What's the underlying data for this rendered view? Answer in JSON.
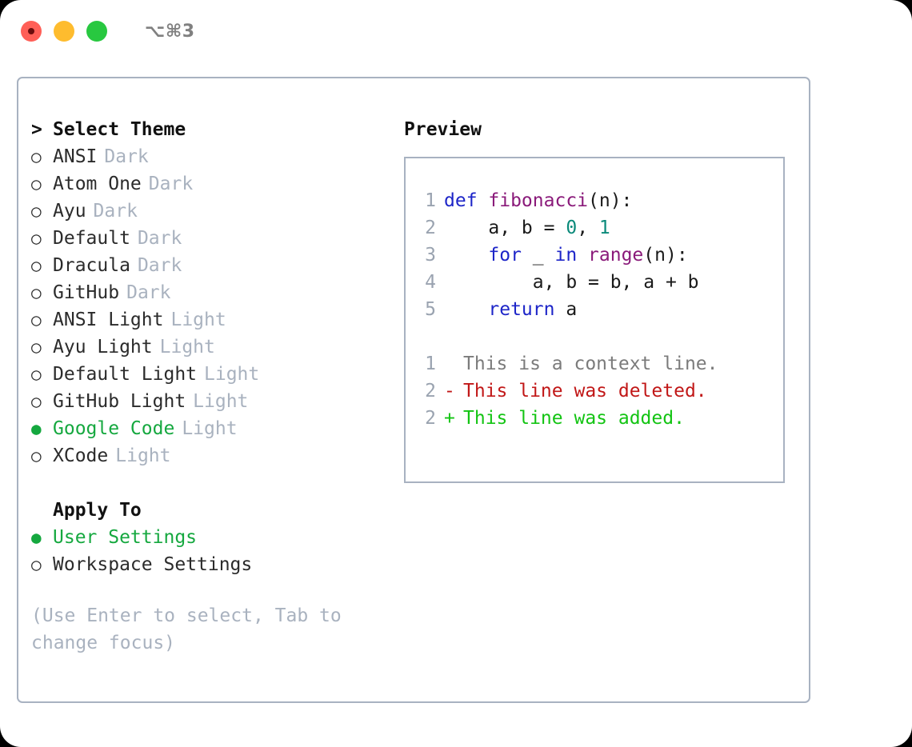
{
  "titlebar": {
    "shortcut": "⌥⌘3",
    "buttons": {
      "close": "close",
      "minimize": "minimize",
      "maximize": "maximize"
    }
  },
  "theme_list": {
    "heading": "Select Theme",
    "caret": ">",
    "marker_off": "○",
    "marker_on": "●",
    "items": [
      {
        "name": "ANSI",
        "suffix": "Dark",
        "selected": false
      },
      {
        "name": "Atom One",
        "suffix": "Dark",
        "selected": false
      },
      {
        "name": "Ayu",
        "suffix": "Dark",
        "selected": false
      },
      {
        "name": "Default",
        "suffix": "Dark",
        "selected": false
      },
      {
        "name": "Dracula",
        "suffix": "Dark",
        "selected": false
      },
      {
        "name": "GitHub",
        "suffix": "Dark",
        "selected": false
      },
      {
        "name": "ANSI Light",
        "suffix": "Light",
        "selected": false
      },
      {
        "name": "Ayu Light",
        "suffix": "Light",
        "selected": false
      },
      {
        "name": "Default Light",
        "suffix": "Light",
        "selected": false
      },
      {
        "name": "GitHub Light",
        "suffix": "Light",
        "selected": false
      },
      {
        "name": "Google Code",
        "suffix": "Light",
        "selected": true
      },
      {
        "name": "XCode",
        "suffix": "Light",
        "selected": false
      }
    ]
  },
  "apply_to": {
    "heading": "Apply To",
    "items": [
      {
        "name": "User Settings",
        "selected": true
      },
      {
        "name": "Workspace Settings",
        "selected": false
      }
    ]
  },
  "hint": "(Use Enter to select, Tab to change focus)",
  "preview": {
    "title": "Preview",
    "code_lines": [
      {
        "lineno": "1",
        "tokens": [
          {
            "text": "def ",
            "type": "kw"
          },
          {
            "text": "fibonacci",
            "type": "fn"
          },
          {
            "text": "(n):",
            "type": "punct"
          }
        ]
      },
      {
        "lineno": "2",
        "tokens": [
          {
            "text": "    a, b = ",
            "type": "plain"
          },
          {
            "text": "0",
            "type": "num"
          },
          {
            "text": ", ",
            "type": "plain"
          },
          {
            "text": "1",
            "type": "num"
          }
        ]
      },
      {
        "lineno": "3",
        "tokens": [
          {
            "text": "    ",
            "type": "plain"
          },
          {
            "text": "for",
            "type": "kw"
          },
          {
            "text": " _ ",
            "type": "plain"
          },
          {
            "text": "in",
            "type": "kw"
          },
          {
            "text": " ",
            "type": "plain"
          },
          {
            "text": "range",
            "type": "fn"
          },
          {
            "text": "(n):",
            "type": "punct"
          }
        ]
      },
      {
        "lineno": "4",
        "tokens": [
          {
            "text": "        a, b = b, a + b",
            "type": "plain"
          }
        ]
      },
      {
        "lineno": "5",
        "tokens": [
          {
            "text": "    ",
            "type": "plain"
          },
          {
            "text": "return",
            "type": "kw"
          },
          {
            "text": " a",
            "type": "plain"
          }
        ]
      }
    ],
    "diff_lines": [
      {
        "lineno": "1",
        "sign": " ",
        "text": "This is a context line.",
        "type": "ctx"
      },
      {
        "lineno": "2",
        "sign": "-",
        "text": "This line was deleted.",
        "type": "del"
      },
      {
        "lineno": "2",
        "sign": "+",
        "text": "This line was added.",
        "type": "add"
      }
    ]
  },
  "colors": {
    "accent_green": "#15a83f",
    "muted": "#a9b2bf",
    "border": "#a8b2c1",
    "keyword": "#1d25c8",
    "function": "#8a1a7a",
    "number": "#0b8a7a",
    "diff_delete": "#c11717",
    "diff_add": "#13c413",
    "diff_context": "#7b7b7b"
  }
}
